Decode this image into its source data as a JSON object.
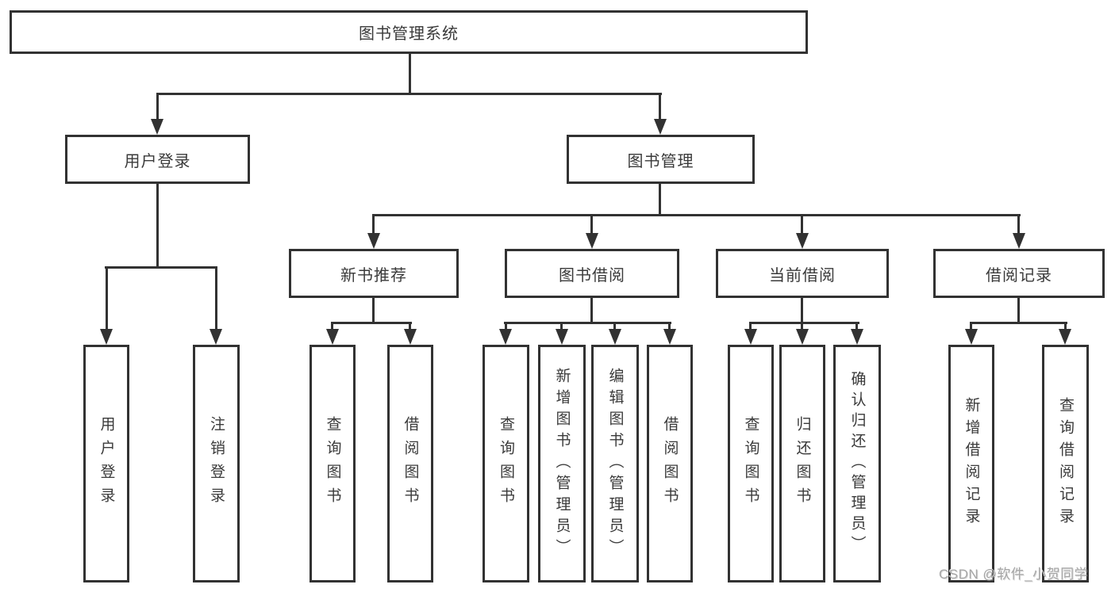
{
  "diagram_title": "图书管理系统",
  "watermark": "CSDN @软件_小贺同学",
  "nodes": {
    "root": "图书管理系统",
    "user_login": "用户登录",
    "book_mgmt": "图书管理",
    "new_book_rec": "新书推荐",
    "book_borrow": "图书借阅",
    "current_borrow": "当前借阅",
    "borrow_records": "借阅记录",
    "ul_login": "用户登录",
    "ul_logout": "注销登录",
    "nb_query": "查询图书",
    "nb_borrow": "借阅图书",
    "bb_query": "查询图书",
    "bb_add": "新增图书（管理员）",
    "bb_edit": "编辑图书（管理员）",
    "bb_borrow": "借阅图书",
    "cb_query": "查询图书",
    "cb_return": "归还图书",
    "cb_confirm": "确认归还（管理员）",
    "br_add": "新增借阅记录",
    "br_query": "查询借阅记录"
  }
}
